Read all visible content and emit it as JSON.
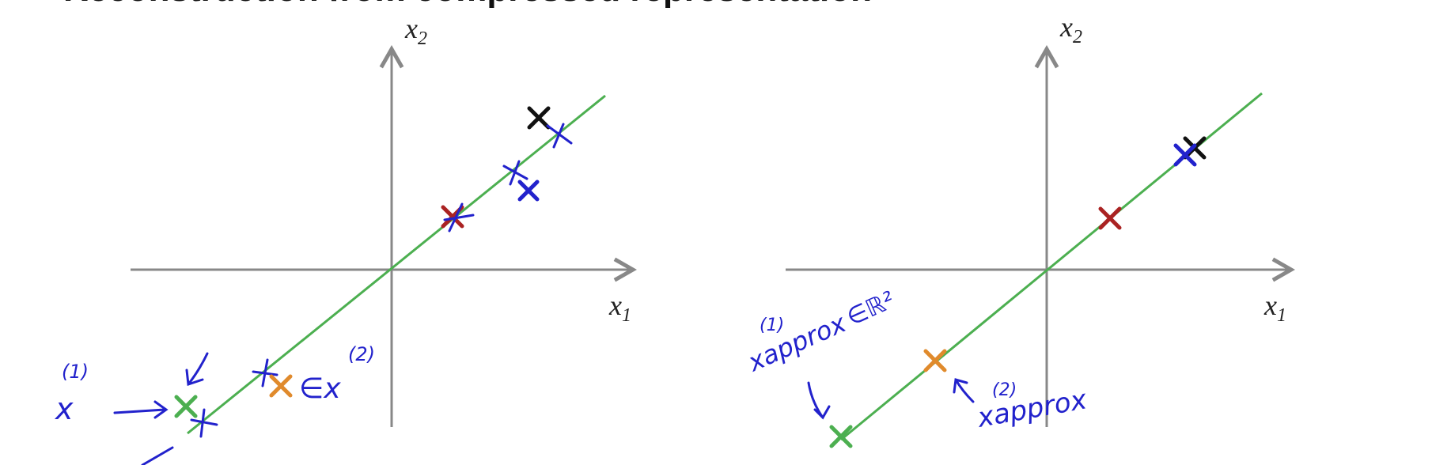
{
  "title": "Reconstruction from compressed representation",
  "colors": {
    "axis": "#888888",
    "line": "#4caf50",
    "ink": "#2222cc",
    "black": "#111111",
    "red": "#aa2222",
    "orange": "#e08a2c",
    "green": "#4caf50",
    "blue": "#2222cc"
  },
  "left_panel": {
    "x_axis_label": "x",
    "x_axis_sub": "1",
    "y_axis_label": "x",
    "y_axis_sub": "2",
    "annotations": {
      "x1_text": "x",
      "x1_sup": "(1)",
      "x2_text": "∈x",
      "x2_sup": "(2)"
    }
  },
  "right_panel": {
    "x_axis_label": "x",
    "x_axis_sub": "1",
    "y_axis_label": "x",
    "y_axis_sub": "2",
    "annotations": {
      "approx1_text": "xapprox",
      "approx1_sup": "(1)",
      "approx1_set": "∈ℝ²",
      "approx2_text": "xapprox",
      "approx2_sup": "(2)"
    }
  },
  "icons": {
    "marker": "cross-icon",
    "arrow": "arrow-icon"
  }
}
